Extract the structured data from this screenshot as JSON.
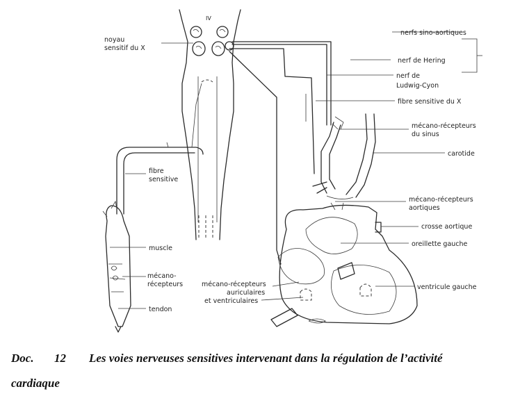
{
  "labels": {
    "roman": "IV",
    "noyau_1": "noyau",
    "noyau_2": "sensitif du X",
    "nerfs_sino": "nerfs sino-aortiques",
    "hering": "nerf de Hering",
    "ludwig_1": "nerf de",
    "ludwig_2": "Ludwig-Cyon",
    "fibre_x": "fibre sensitive du X",
    "meca_sinus_1": "mécano-récepteurs",
    "meca_sinus_2": "du sinus",
    "carotide": "carotide",
    "meca_aort_1": "mécano-récepteurs",
    "meca_aort_2": "aortiques",
    "crosse": "crosse aortique",
    "oreillette": "oreillette gauche",
    "ventricule": "ventricule gauche",
    "meca_aur_1": "mécano-récepteurs",
    "meca_aur_2": "auriculaires",
    "meca_aur_3": "et ventriculaires",
    "fibre_1": "fibre",
    "fibre_2": "sensitive",
    "muscle": "muscle",
    "meca_musc_1": "mécano-",
    "meca_musc_2": "récepteurs",
    "tendon": "tendon"
  },
  "caption": {
    "doc": "Doc.",
    "number": "12",
    "text": "Les voies nerveuses  sensitives intervenant dans la régulation de l’activité",
    "text2": "cardiaque"
  }
}
